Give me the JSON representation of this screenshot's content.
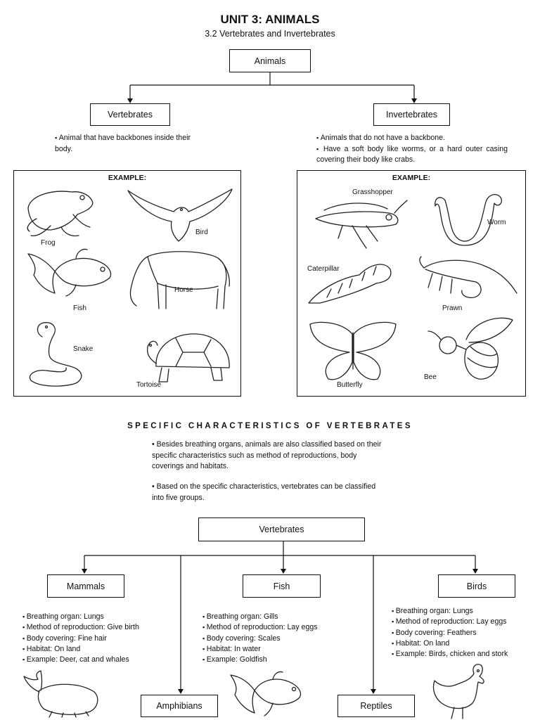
{
  "header": {
    "title": "UNIT 3: ANIMALS",
    "subtitle": "3.2 Vertebrates and Invertebrates"
  },
  "tree1": {
    "root": "Animals",
    "left": "Vertebrates",
    "right": "Invertebrates"
  },
  "vertebrates_desc": [
    "Animal that have backbones inside their body."
  ],
  "invertebrates_desc": [
    "Animals that do not have a backbone.",
    "Have a soft body like worms, or a hard outer casing covering their body like crabs."
  ],
  "vertebrate_examples": {
    "heading": "EXAMPLE:",
    "labels": [
      "Frog",
      "Bird",
      "Fish",
      "Horse",
      "Snake",
      "Tortoise"
    ]
  },
  "invertebrate_examples": {
    "heading": "EXAMPLE:",
    "labels": [
      "Grasshopper",
      "Worm",
      "Caterpillar",
      "Prawn",
      "Butterfly",
      "Bee"
    ]
  },
  "section2": {
    "title": "SPECIFIC CHARACTERISTICS OF VERTEBRATES",
    "para1": "• Besides breathing organs, animals are also classified based on their specific characteristics such as method of reproductions, body coverings and habitats.",
    "para2": "• Based on the specific characteristics, vertebrates can be classified into five groups."
  },
  "tree2": {
    "root": "Vertebrates",
    "mammals": "Mammals",
    "fish": "Fish",
    "birds": "Birds",
    "amphibians": "Amphibians",
    "reptiles": "Reptiles"
  },
  "mammals_chars": [
    "Breathing organ: Lungs",
    "Method of reproduction: Give birth",
    "Body covering: Fine hair",
    "Habitat: On land",
    "Example: Deer, cat and whales"
  ],
  "fish_chars": [
    "Breathing organ: Gills",
    "Method of reproduction: Lay eggs",
    "Body covering: Scales",
    "Habitat: In water",
    "Example: Goldfish"
  ],
  "birds_chars": [
    "Breathing organ: Lungs",
    "Method of reproduction: Lay eggs",
    "Body covering: Feathers",
    "Habitat: On land",
    "Example: Birds, chicken and stork"
  ]
}
